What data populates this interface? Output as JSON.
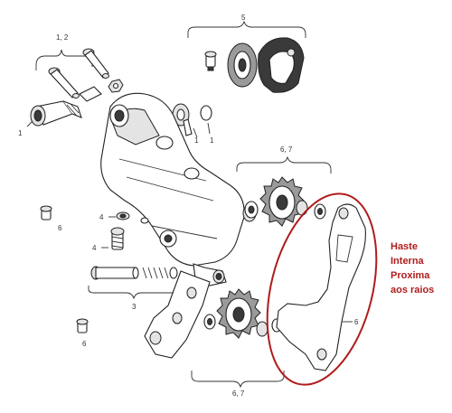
{
  "labels": {
    "bolts_group": "1, 2",
    "bushing": "1",
    "washers_right_a": "1",
    "washers_right_b": "1",
    "upper_pulley_group": "5",
    "pulleys_top": "6, 7",
    "pulleys_bottom": "6, 7",
    "pin_left_upper": "6",
    "pin_left_lower": "6",
    "screw_upper": "4",
    "screw_lower": "4",
    "spring_assembly": "3",
    "inner_cage": "6"
  },
  "annotation": {
    "lines": [
      "Haste",
      "Interna",
      "Proxima",
      "aos raios"
    ],
    "color": "#b01c1c"
  },
  "colors": {
    "highlight": "#b01c1c",
    "outline": "#222222"
  }
}
